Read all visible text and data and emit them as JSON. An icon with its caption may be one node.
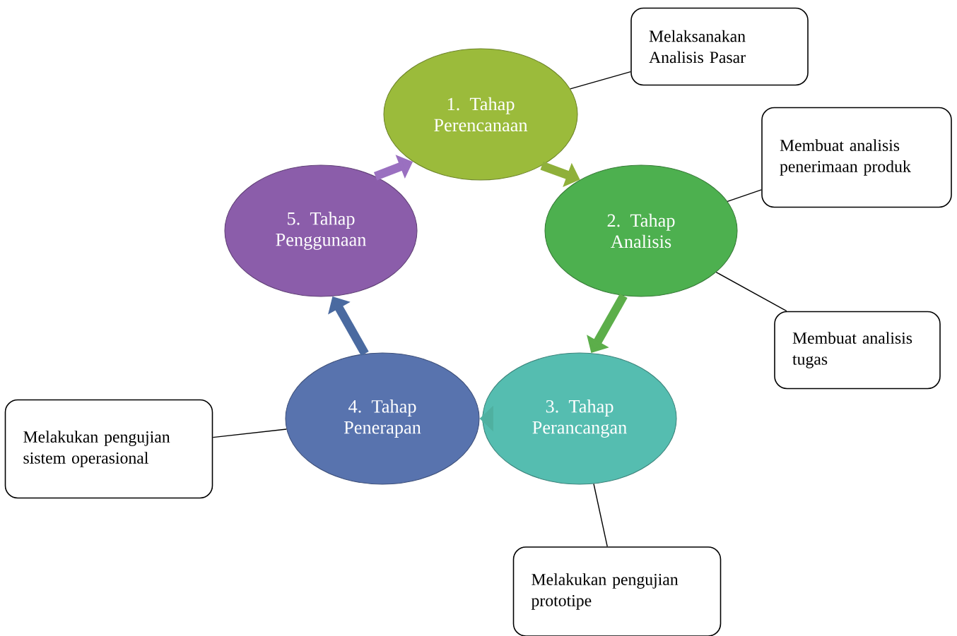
{
  "diagram": {
    "nodes": [
      {
        "text": [
          "1. Tahap Perencanaan"
        ]
      },
      {
        "text": [
          "2. Tahap Analisis"
        ]
      },
      {
        "text": [
          "3. Tahap Perancangan"
        ]
      },
      {
        "text": [
          "4. Tahap Penerapan"
        ]
      },
      {
        "text": [
          "5. Tahap Penggunaan"
        ]
      },
      {
        "text": [
          "Melaksanakan Analisis Pasar"
        ]
      },
      {
        "text": [
          "Membuat analisis penerimaan produk"
        ]
      },
      {
        "text": [
          "Membuat analisis tugas"
        ]
      },
      {
        "text": [
          "Melakukan pengujian prototipe"
        ]
      },
      {
        "text": [
          "Melakukan pengujian sistem operasional"
        ]
      }
    ],
    "edges": [
      {
        "from": 0,
        "to": 1,
        "arrow": "to",
        "style": "thick",
        "color": "#8fb03a"
      },
      {
        "from": 1,
        "to": 2,
        "arrow": "to",
        "style": "thick",
        "color": "#5cae4a"
      },
      {
        "from": 2,
        "to": 3,
        "arrow": "to",
        "style": "thick",
        "color": "#4fb0a0"
      },
      {
        "from": 3,
        "to": 4,
        "arrow": "to",
        "style": "thick",
        "color": "#4a6aa0"
      },
      {
        "from": 4,
        "to": 0,
        "arrow": "to",
        "style": "thick",
        "color": "#9a70c0"
      },
      {
        "from": 5,
        "to": 0,
        "arrow": "none"
      },
      {
        "from": 6,
        "to": 1,
        "arrow": "none"
      },
      {
        "from": 7,
        "to": 1,
        "arrow": "none"
      },
      {
        "from": 8,
        "to": 2,
        "arrow": "none"
      },
      {
        "from": 9,
        "to": 3,
        "arrow": "none"
      }
    ]
  }
}
